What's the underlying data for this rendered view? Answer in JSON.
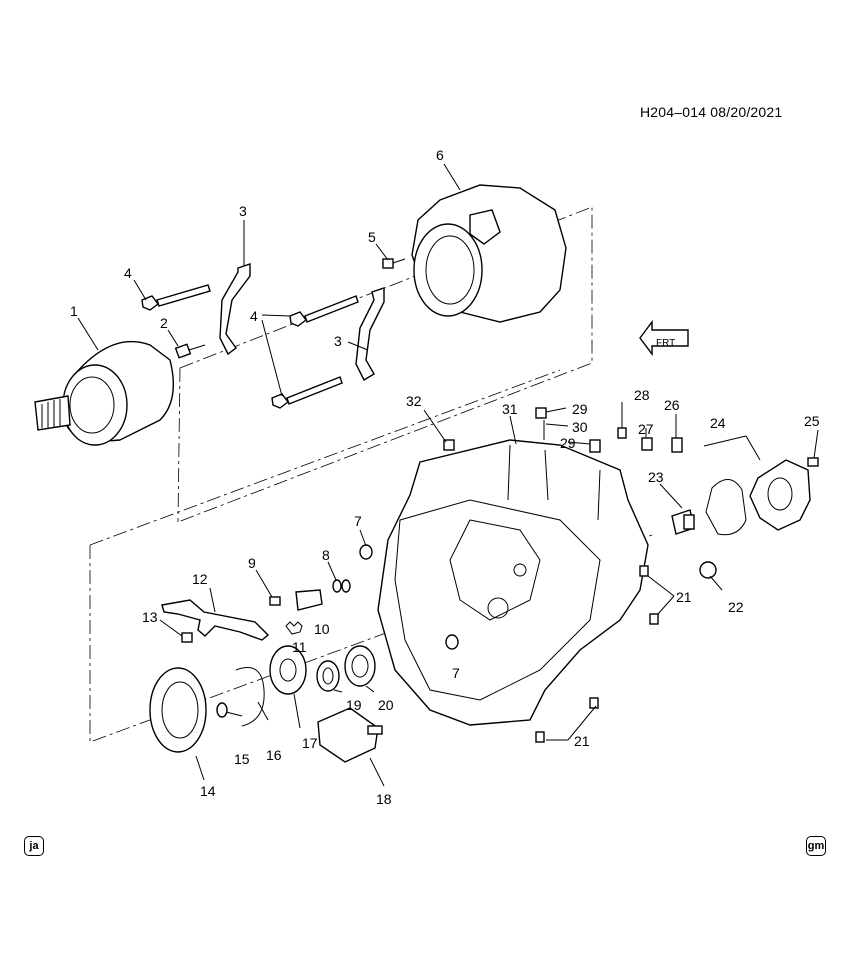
{
  "header": {
    "diagram_code": "H204–014  08/20/2021"
  },
  "direction_arrow": {
    "label": "FRT",
    "icon": "front-arrow-icon"
  },
  "callouts": [
    "1",
    "2",
    "3",
    "3",
    "4",
    "4",
    "5",
    "6",
    "7",
    "7",
    "8",
    "9",
    "10",
    "11",
    "12",
    "13",
    "14",
    "15",
    "16",
    "17",
    "18",
    "19",
    "20",
    "21",
    "21",
    "22",
    "23",
    "24",
    "25",
    "26",
    "27",
    "28",
    "29",
    "29",
    "30",
    "31",
    "32"
  ],
  "footer": {
    "left_badge": "ja",
    "right_badge": "gm",
    "left_icon": "ja-language-badge-icon",
    "right_icon": "gm-logo-icon"
  }
}
